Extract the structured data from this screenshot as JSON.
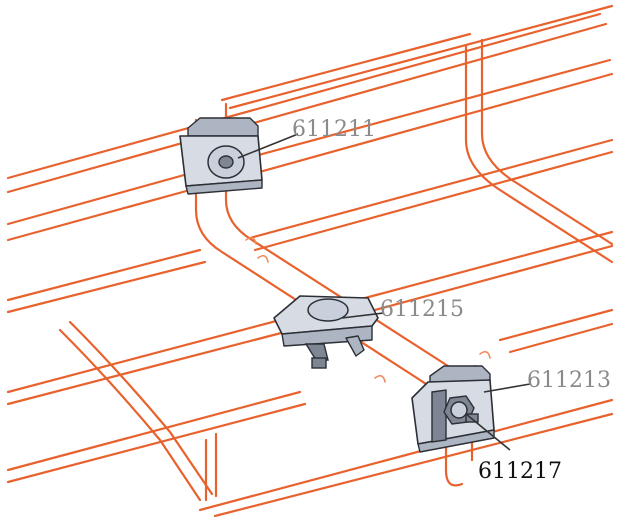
{
  "colors": {
    "tray_wire": "#e8622e",
    "part_metal": "#d6dbe4",
    "label_gray": "#8a8a8a",
    "label_dark": "#111111"
  },
  "callouts": [
    {
      "id": "c1",
      "label": "611211"
    },
    {
      "id": "c2",
      "label": "611215"
    },
    {
      "id": "c3",
      "label": "611213"
    },
    {
      "id": "c4",
      "label": "611217"
    }
  ]
}
